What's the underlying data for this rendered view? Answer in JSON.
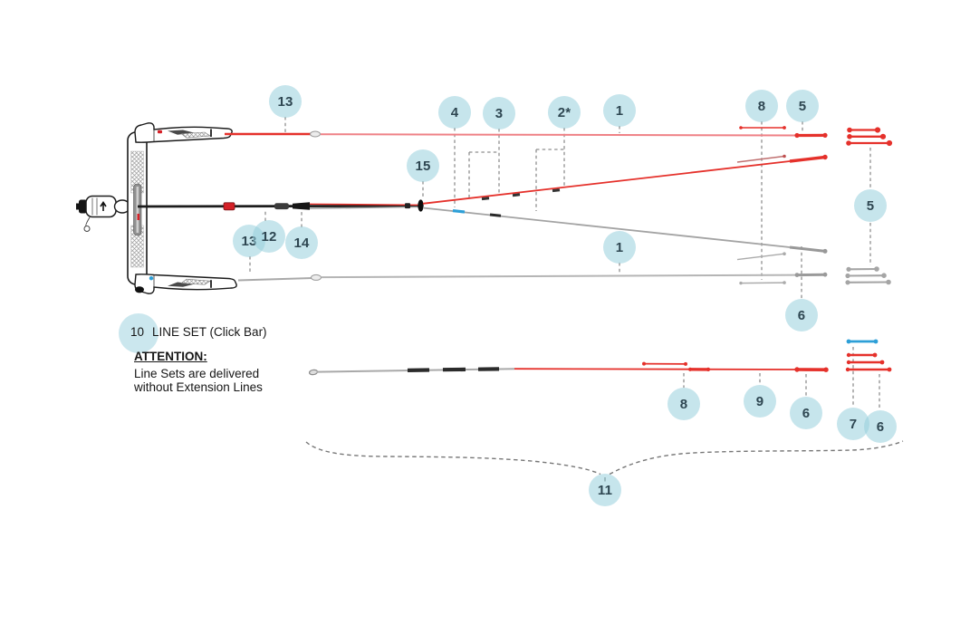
{
  "diagram": {
    "title": "Line set parts diagram (kite control bar)",
    "legend": {
      "number": "10",
      "label": "LINE SET (Click Bar)"
    },
    "attention": {
      "title": "ATTENTION:",
      "line1": "Line Sets are delivered",
      "line2": "without Extension Lines"
    },
    "callouts": {
      "t13": {
        "label": "13"
      },
      "t4": {
        "label": "4"
      },
      "t3": {
        "label": "3"
      },
      "t2": {
        "label": "2*"
      },
      "t1": {
        "label": "1"
      },
      "t8": {
        "label": "8"
      },
      "t5": {
        "label": "5"
      },
      "m15": {
        "label": "15"
      },
      "r5": {
        "label": "5"
      },
      "b13": {
        "label": "13"
      },
      "b12": {
        "label": "12"
      },
      "b14": {
        "label": "14"
      },
      "b1": {
        "label": "1"
      },
      "b6": {
        "label": "6"
      },
      "s8": {
        "label": "8"
      },
      "s9": {
        "label": "9"
      },
      "s6": {
        "label": "6"
      },
      "s7": {
        "label": "7"
      },
      "s6b": {
        "label": "6"
      },
      "s11": {
        "label": "11"
      }
    },
    "colors": {
      "accent_red": "#e5312b",
      "pale_red": "#ef8186",
      "line_gray": "#a9a9a9",
      "marker_blue": "#2d9fd7",
      "callout_fill": "#cde9ef",
      "callout_text": "#2e4651",
      "leader_gray": "#8f8f8f"
    }
  }
}
